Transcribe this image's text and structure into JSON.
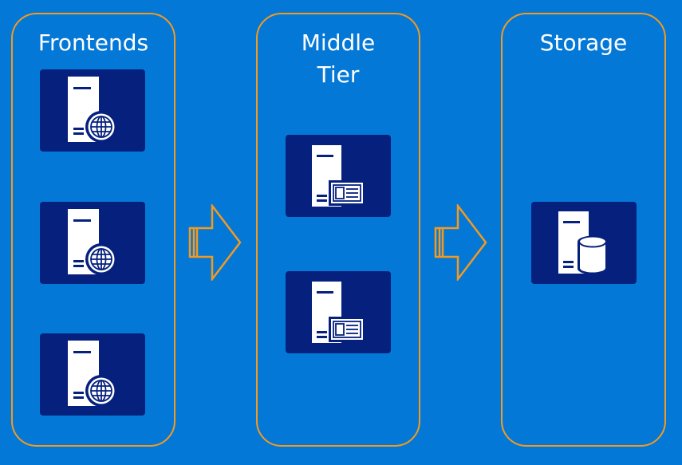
{
  "tiers": [
    {
      "title": "Frontends"
    },
    {
      "title": "Middle\nTier"
    },
    {
      "title": "Storage"
    }
  ],
  "icons": {
    "frontend": "web-server-icon",
    "middle": "application-server-icon",
    "storage": "database-server-icon"
  },
  "colors": {
    "background": "#0478d7",
    "border": "#f39a1f",
    "server_bg": "#05207d"
  }
}
